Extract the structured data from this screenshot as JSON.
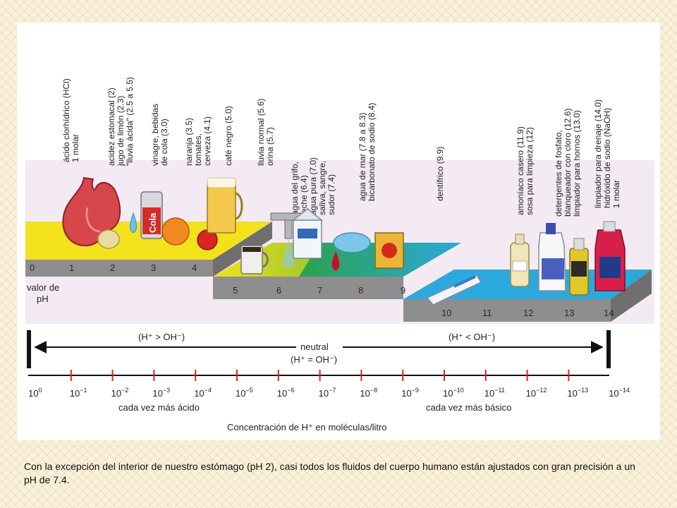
{
  "figure": {
    "scale_values": [
      "0",
      "1",
      "2",
      "3",
      "4",
      "5",
      "6",
      "7",
      "8",
      "9",
      "10",
      "11",
      "12",
      "13",
      "14"
    ],
    "substances": [
      {
        "lines": [
          "ácido clorhídrico (HCl)",
          "1 molar"
        ]
      },
      {
        "lines": [
          "acidez estomacal (2)",
          "jugo de limón (2.3)",
          "\"lluvia ácida\" (2.5 a 5.5)"
        ]
      },
      {
        "lines": [
          "vinagre, bebidas",
          "de cola (3.0)"
        ]
      },
      {
        "lines": [
          "naranja (3.5)",
          "tomates,",
          "cerveza (4.1)"
        ]
      },
      {
        "lines": [
          "café negro (5.0)"
        ]
      },
      {
        "lines": [
          "lluvia normal (5.6)",
          "orina (5.7)"
        ]
      },
      {
        "lines": [
          "agua del grifo,",
          "leche (6.4)",
          "agua pura (7.0)",
          "saliva, sangre,",
          "sudor (7.4)"
        ]
      },
      {
        "lines": [
          "agua de mar (7.8 a 8.3)",
          "bicarbonato de sodio (8.4)"
        ]
      },
      {
        "lines": [
          "dentífrico (9.9)"
        ]
      },
      {
        "lines": [
          "amoníaco casero (11.9)",
          "sosa para limpieza (12)"
        ]
      },
      {
        "lines": [
          "detergentes de fosfato,",
          "blanqueador con cloro (12.6)",
          "limpiador para hornos (13.0)"
        ]
      },
      {
        "lines": [
          "limpiador para drenaje (14.0)",
          "hidróxido de sodio (NaOH)",
          "1 molar"
        ]
      }
    ],
    "ph_label": [
      "valor de",
      "pH"
    ],
    "acid_relation": "(H⁺ > OH⁻)",
    "base_relation": "(H⁺ < OH⁻)",
    "neutral_label": "neutral",
    "neutral_relation": "(H⁺ = OH⁻)",
    "exponents": [
      "0",
      "−1",
      "−2",
      "−3",
      "−4",
      "−5",
      "−6",
      "−7",
      "−8",
      "−9",
      "−10",
      "−11",
      "−12",
      "−13",
      "−14"
    ],
    "tick_base": "10",
    "acid_direction": "cada vez más ácido",
    "base_direction": "cada vez más básico",
    "axis_title": "Concentración de H⁺ en moléculas/litro",
    "cola_text": "Cola",
    "colors": {
      "acid_platform": "#f2e21c",
      "neutral_platform": "#2aa24a",
      "base_platform": "#2ba9dc",
      "platform_side": "#8e8e8e",
      "band": "#f3eaf4",
      "red_tick": "#e02020"
    }
  },
  "caption": "Con la excepción del interior de nuestro estómago (pH  2), casi todos los fluidos del cuerpo humano están ajustados con gran precisión a un pH de 7.4."
}
